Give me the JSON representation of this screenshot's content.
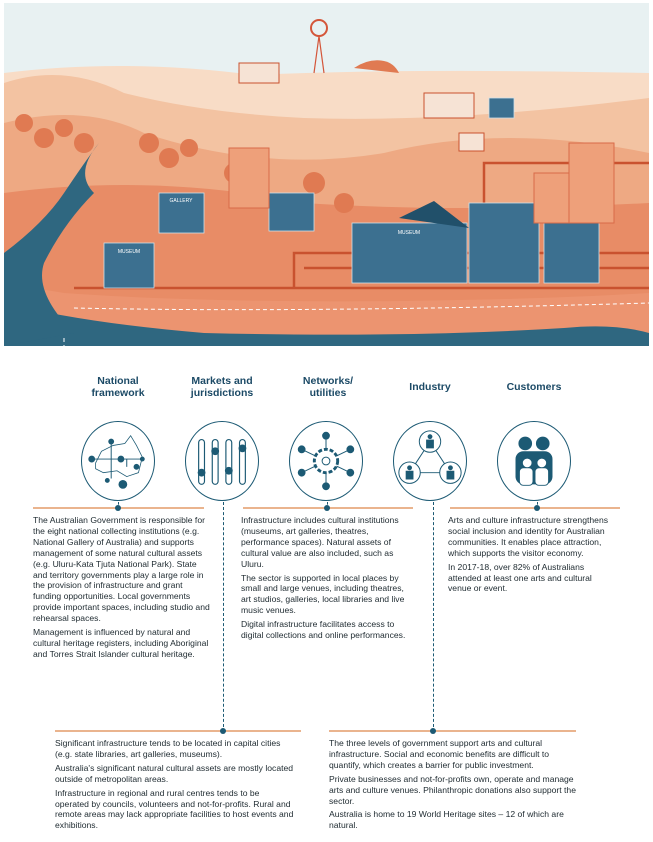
{
  "illustration": {
    "building_labels": [
      "MUSEUM",
      "GALLERY",
      "MUSEUM"
    ],
    "colors": {
      "sky": "#e8f1f2",
      "sand": "#f6d3bb",
      "terracotta": "#e8855e",
      "deep": "#d66a45",
      "water": "#2f6780",
      "building": "#3c7090"
    }
  },
  "categories": [
    {
      "title": "National\nframework",
      "icon": "australia-network-icon"
    },
    {
      "title": "Markets and\njurisdictions",
      "icon": "slider-bars-icon"
    },
    {
      "title": "Networks/\nutilities",
      "icon": "gear-network-icon"
    },
    {
      "title": "Industry",
      "icon": "connected-groups-icon"
    },
    {
      "title": "Customers",
      "icon": "family-icon"
    }
  ],
  "descriptions": {
    "national_framework": [
      "The Australian Government is responsible for the eight national collecting institutions (e.g. National Gallery of Australia) and supports management of some natural cultural assets (e.g. Uluru-Kata Tjuta National Park). State and territory governments play a large role in the provision of infrastructure and grant funding opportunities. Local governments provide important spaces, including studio and rehearsal spaces.",
      "Management is influenced by natural and cultural heritage registers, including Aboriginal and Torres Strait Islander cultural heritage."
    ],
    "networks_utilities": [
      "Infrastructure includes cultural institutions (museums, art galleries, theatres, performance spaces). Natural assets of cultural value are also included, such as Uluru.",
      "The sector is supported in local places by small and large venues, including theatres, art studios, galleries, local libraries and live music venues.",
      "Digital infrastructure facilitates access to digital collections and online performances."
    ],
    "customers": [
      "Arts and culture infrastructure strengthens social inclusion and identity for Australian communities. It enables place attraction, which supports the visitor economy.",
      "In 2017-18, over 82% of Australians attended at least one arts and cultural venue or event."
    ],
    "markets_jurisdictions": [
      "Significant infrastructure tends to be located in capital cities (e.g. state libraries, art galleries, museums).",
      "Australia's significant natural cultural assets are mostly located outside of metropolitan areas.",
      "Infrastructure in regional and rural centres tends to be operated by councils, volunteers and not-for-profits. Rural and remote areas may lack appropriate facilities to host events and exhibitions."
    ],
    "industry": [
      "The three levels of government support arts and cultural infrastructure. Social and economic benefits are difficult to quantify, which creates a barrier for public investment.",
      "Private businesses and not-for-profits own, operate and manage arts and culture venues. Philanthropic donations also support the sector.",
      "Australia is home to 19 World Heritage sites – 12 of which are natural."
    ]
  }
}
